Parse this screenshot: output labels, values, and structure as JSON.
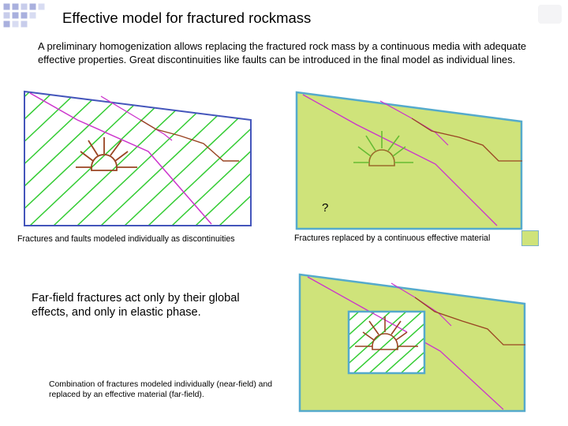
{
  "slide": {
    "title": "Effective model for fractured rockmass",
    "intro": "A preliminary homogenization allows replacing the fractured rock mass by a continuous media with adequate effective properties. Great discontinuities like faults can be introduced in the final model as individual lines.",
    "question_mark": "?",
    "caption_individual": "Fractures and faults modeled individually as discontinuities",
    "caption_effective": "Fractures replaced by a continuous effective material",
    "note_far_field": "Far-field fractures act only by their global effects, and only in elastic phase.",
    "caption_combined": "Combination of fractures modeled individually (near-field) and replaced by an effective material (far-field)."
  },
  "colors": {
    "fracture_lines": "#33cc33",
    "effective_material": "#cfe37a",
    "fault_line": "#cc33cc",
    "tunnel_outline": "#994422",
    "support_lines": "#66bb33",
    "panel_border_blue": "#4455bb",
    "panel_border_cyan": "#55aacc",
    "logo_square": "#a9b0de"
  },
  "icons": {
    "logo": "blue-squares-logo",
    "swatch": "effective-material-swatch"
  }
}
